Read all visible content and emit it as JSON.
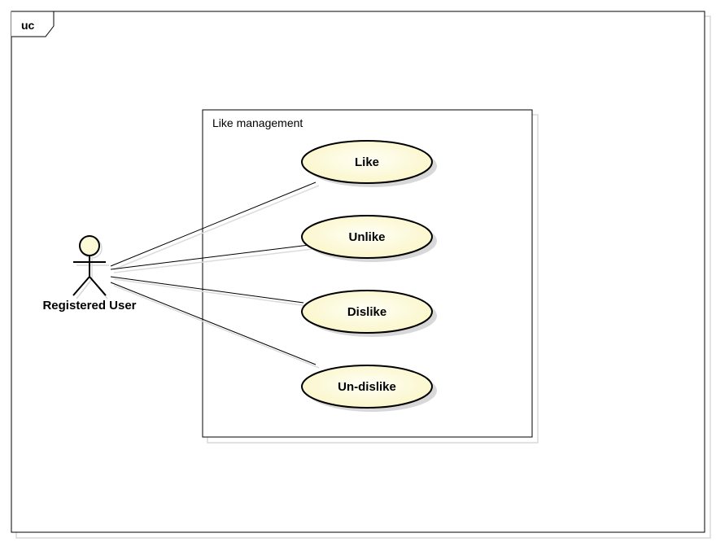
{
  "diagram": {
    "frame": {
      "label": "uc"
    },
    "system": {
      "label": "Like management"
    },
    "actor": {
      "name": "Registered User"
    },
    "use_cases": [
      {
        "label": "Like"
      },
      {
        "label": "Unlike"
      },
      {
        "label": "Dislike"
      },
      {
        "label": "Un-dislike"
      }
    ],
    "colors": {
      "use_case_fill_center": "#fffff4",
      "use_case_fill_edge": "#fbf6c9",
      "actor_head_fill": "#fcf9d6",
      "shadow": "#d8d8d8",
      "stroke": "#000000"
    }
  }
}
